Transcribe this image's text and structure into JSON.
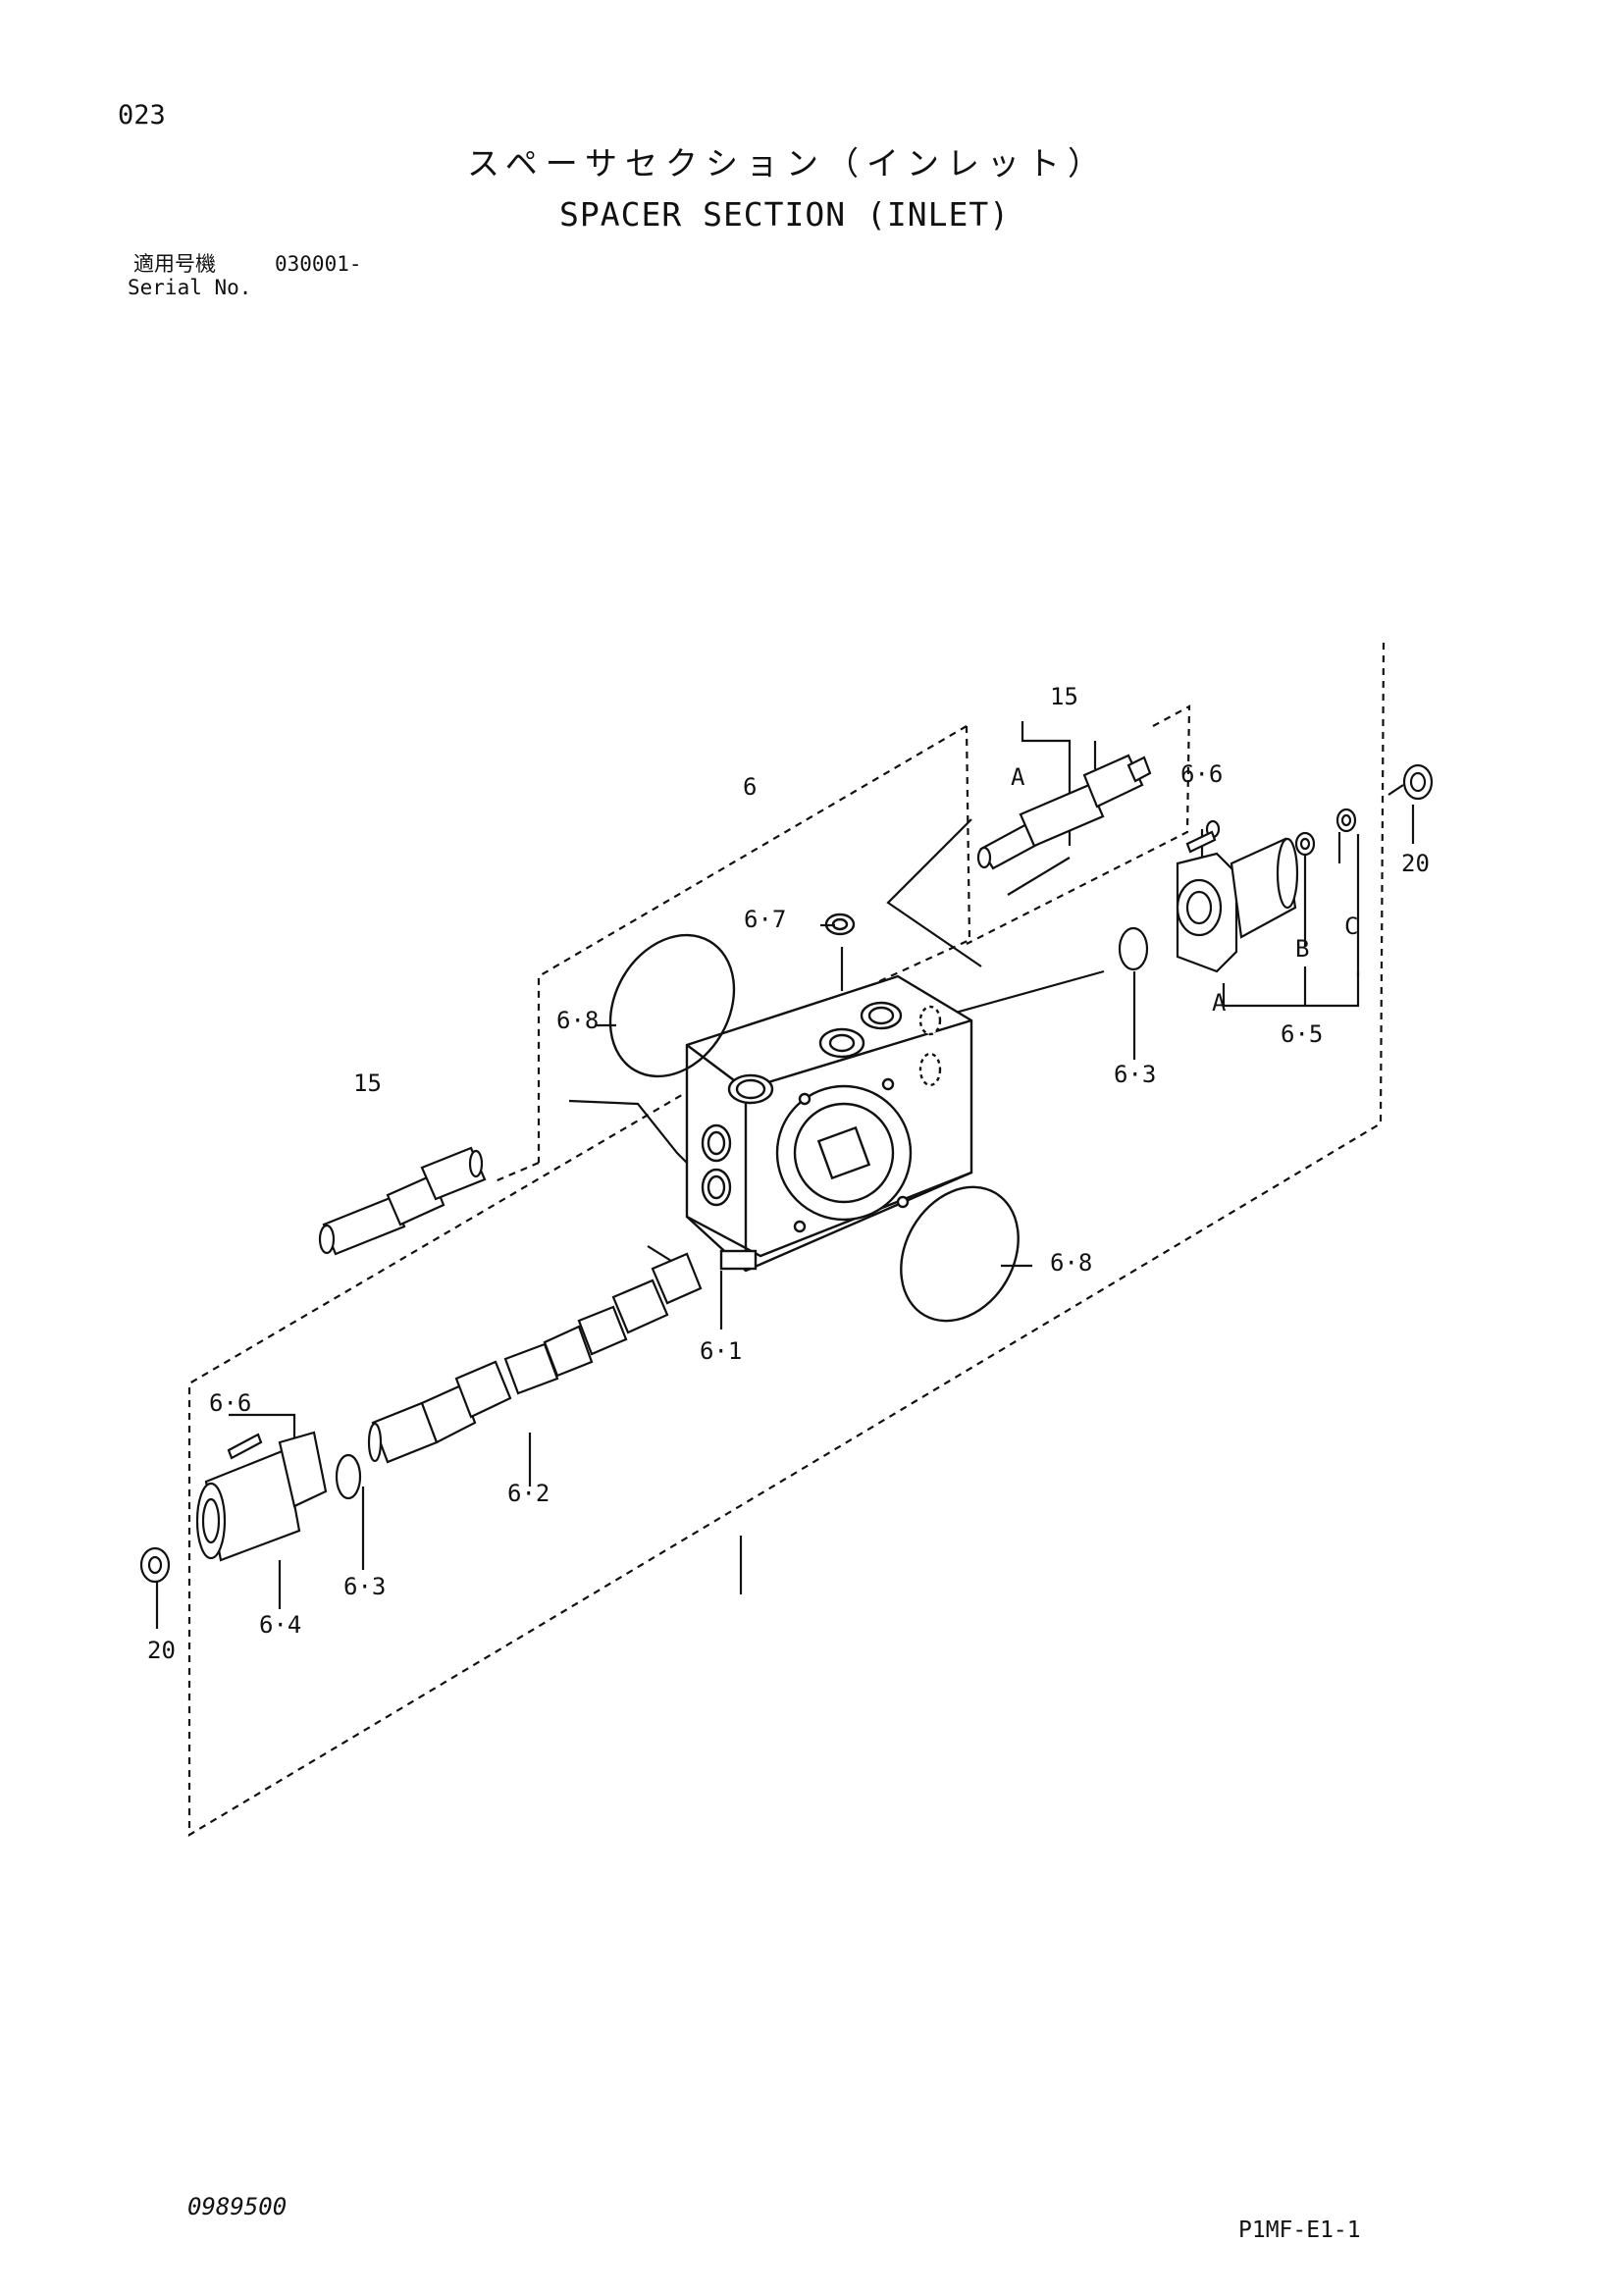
{
  "header": {
    "page_number": "023",
    "title_jp": "スペーサセクション（インレット）",
    "title_en": "SPACER SECTION (INLET)",
    "serial_label_jp": "適用号機",
    "serial_label_en": "Serial No.",
    "serial_value": "030001-"
  },
  "callouts": {
    "c15_top": "15",
    "a_top": "A",
    "c6": "6",
    "c66_right": "6·6",
    "c67": "6·7",
    "c20_right": "20",
    "b": "B",
    "c": "C",
    "a_right": "A",
    "c65": "6·5",
    "c63_right": "6·3",
    "c68_left": "6·8",
    "c15_left": "15",
    "c68_right": "6·8",
    "c61": "6·1",
    "c66_left": "6·6",
    "c62": "6·2",
    "c63_left": "6·3",
    "c64": "6·4",
    "c20_left": "20"
  },
  "footer": {
    "doc_number": "0989500",
    "catalog_code": "P1MF-E1-1"
  }
}
